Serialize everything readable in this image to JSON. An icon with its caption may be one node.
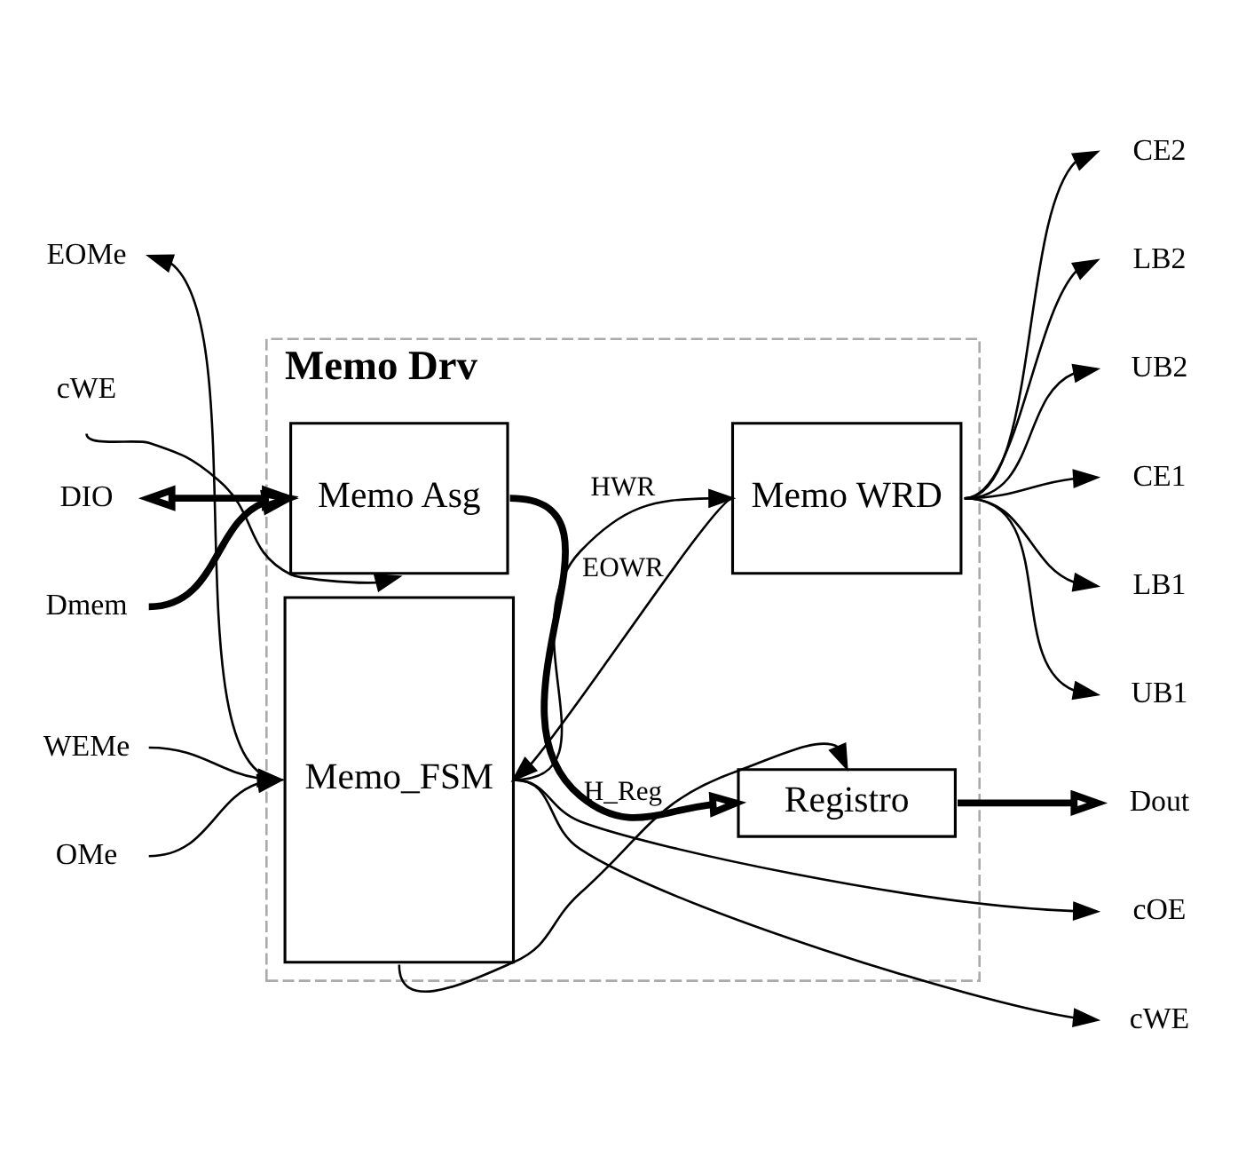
{
  "diagram": {
    "nodes": [
      {
        "text": [
          "Memo Drv"
        ]
      },
      {
        "text": [
          "Memo WRD"
        ],
        "in": 0
      },
      {
        "text": [
          "Memo_FSM"
        ],
        "in": 0
      },
      {
        "text": [
          "Memo Asg"
        ],
        "in": 0
      },
      {
        "text": [
          "Registro"
        ],
        "in": 0
      },
      {
        "text": [
          "WEMe"
        ]
      },
      {
        "text": [
          "OMe"
        ]
      },
      {
        "text": [
          "EOMe"
        ]
      },
      {
        "text": [
          "DIO"
        ]
      },
      {
        "text": [
          "Dmem"
        ]
      },
      {
        "text": [
          "cWE"
        ]
      },
      {
        "text": [
          "CE1"
        ]
      },
      {
        "text": [
          "LB1"
        ]
      },
      {
        "text": [
          "UB1"
        ]
      },
      {
        "text": [
          "CE2"
        ]
      },
      {
        "text": [
          "LB2"
        ]
      },
      {
        "text": [
          "UB2"
        ]
      },
      {
        "text": [
          "cOE"
        ]
      },
      {
        "text": [
          "cWE"
        ]
      },
      {
        "text": [
          "Dout"
        ]
      }
    ],
    "edges": [
      {
        "from": 1,
        "to": 11,
        "arrow": "to"
      },
      {
        "from": 1,
        "to": 12,
        "arrow": "to"
      },
      {
        "from": 1,
        "to": 13,
        "arrow": "to"
      },
      {
        "from": 1,
        "to": 14,
        "arrow": "to"
      },
      {
        "from": 1,
        "to": 15,
        "arrow": "to"
      },
      {
        "from": 1,
        "to": 16,
        "arrow": "to"
      },
      {
        "from": 1,
        "to": 2,
        "arrow": "to",
        "label": "EOWR"
      },
      {
        "from": 5,
        "to": 2,
        "arrow": "to"
      },
      {
        "from": 6,
        "to": 2,
        "arrow": "to"
      },
      {
        "from": 2,
        "to": 1,
        "arrow": "to",
        "label": "HWR"
      },
      {
        "from": 2,
        "to": 7,
        "arrow": "to"
      },
      {
        "from": 2,
        "to": 17,
        "arrow": "to"
      },
      {
        "from": 2,
        "to": 18,
        "arrow": "to"
      },
      {
        "from": 2,
        "to": 4,
        "arrow": "to",
        "label": "H_Reg"
      },
      {
        "from": 8,
        "to": 3,
        "arrow": "both",
        "style": "thick"
      },
      {
        "from": 3,
        "to": 4,
        "arrow": "to",
        "style": "thick"
      },
      {
        "from": 4,
        "to": 19,
        "arrow": "to",
        "style": "thick"
      },
      {
        "from": 9,
        "to": 3,
        "arrow": "to",
        "style": "thick"
      },
      {
        "from": 10,
        "to": 3,
        "arrow": "to"
      }
    ]
  }
}
